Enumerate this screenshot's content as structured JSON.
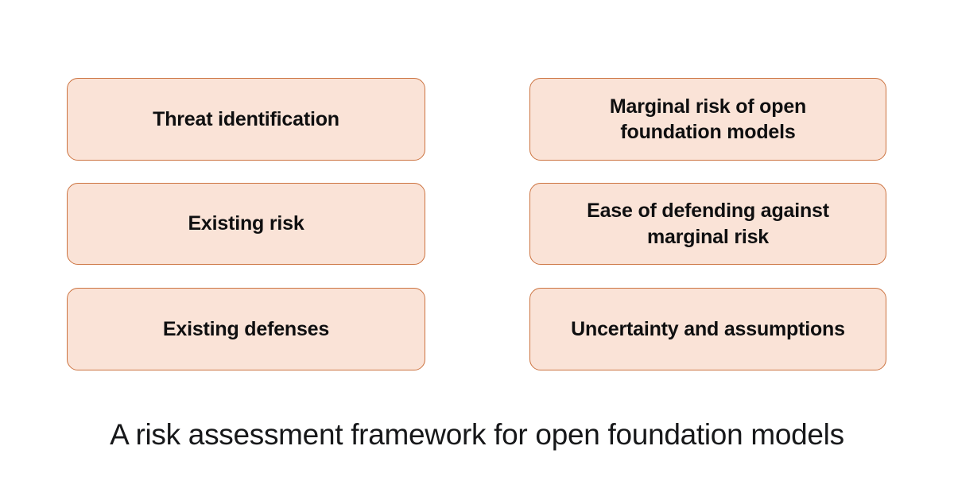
{
  "figure": {
    "background_color": "#ffffff",
    "caption": "A risk assessment framework for open foundation models"
  },
  "style": {
    "node_fill": "#fae3d7",
    "node_border": "#cc7340",
    "node_text_color": "#0f0f10",
    "caption_text_color": "#17181a"
  },
  "chart_data": {
    "type": "diagram",
    "title": "A risk assessment framework for open foundation models",
    "layout": "two-column grid, three rows, reading order left-to-right then top-to-bottom",
    "columns": 2,
    "rows": 3,
    "nodes": [
      {
        "id": "threat-identification",
        "row": 1,
        "column": 1,
        "label": "Threat identification"
      },
      {
        "id": "marginal-risk",
        "row": 1,
        "column": 2,
        "label": "Marginal risk of open\nfoundation models"
      },
      {
        "id": "existing-risk",
        "row": 2,
        "column": 1,
        "label": "Existing risk"
      },
      {
        "id": "ease-of-defending",
        "row": 2,
        "column": 2,
        "label": "Ease of defending against\nmarginal risk"
      },
      {
        "id": "existing-defenses",
        "row": 3,
        "column": 1,
        "label": "Existing defenses"
      },
      {
        "id": "uncertainty",
        "row": 3,
        "column": 2,
        "label": "Uncertainty and assumptions"
      }
    ]
  }
}
